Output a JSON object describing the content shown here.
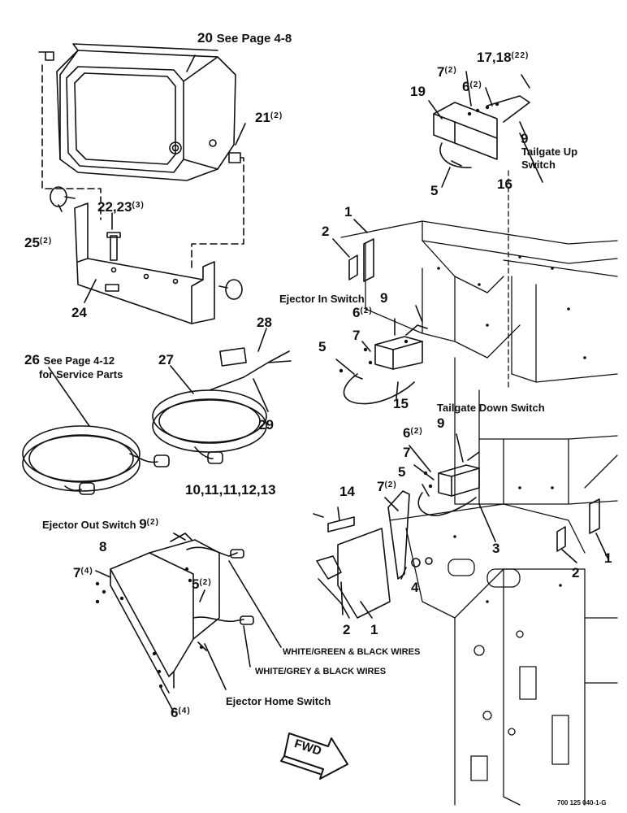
{
  "labels": {
    "c20": "20",
    "c20_note": "See Page 4-8",
    "c21": "21",
    "c21_qty": "(2)",
    "c25": "25",
    "c25_qty": "(2)",
    "c22_23": "22,23",
    "c22_23_qty": "(3)",
    "c24": "24",
    "c26": "26",
    "c26_note1": "See Page 4-12",
    "c26_note2": "for Service Parts",
    "c27": "27",
    "c28": "28",
    "c29": "29",
    "c17_18": "17,18",
    "c17_18_qty": "(22)",
    "c19": "19",
    "c16": "16",
    "c15": "15",
    "c14": "14",
    "c10_13": "10,11,11,12,13",
    "c9": "9",
    "c8": "8",
    "c7": "7",
    "c6": "6",
    "c5": "5",
    "c4": "4",
    "c3": "3",
    "c2": "2",
    "c1": "1",
    "qty2": "(2)",
    "qty4": "(4)",
    "tailgate_up_1": "Tailgate Up",
    "tailgate_up_2": "Switch",
    "ejector_in": "Ejector In Switch",
    "tailgate_down": "Tailgate Down Switch",
    "ejector_out": "Ejector Out Switch",
    "ejector_home": "Ejector Home Switch",
    "wires_green": "WHITE/GREEN & BLACK WIRES",
    "wires_grey": "WHITE/GREY & BLACK WIRES",
    "fwd": "FWD",
    "drawing_no": "700 125 040-1-G"
  }
}
